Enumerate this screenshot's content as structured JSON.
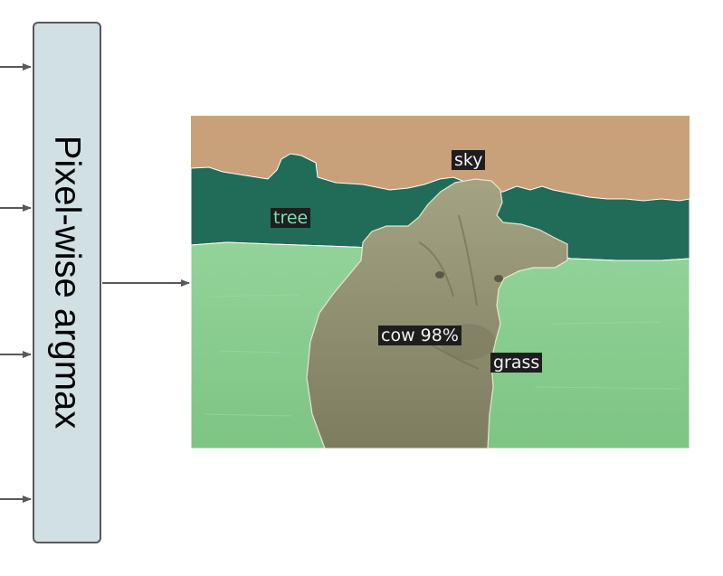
{
  "module": {
    "label": "Pixel-wise argmax"
  },
  "segmentation": {
    "labels": {
      "sky": "sky",
      "tree": "tree",
      "cow": "cow 98%",
      "grass": "grass"
    }
  },
  "colors": {
    "box_fill": "#d0e0e3",
    "box_border": "#595959",
    "arrow": "#595959",
    "sky": "#c8a07a",
    "tree": "#206c58",
    "grass": "#88c98d",
    "cow": "#9b9a79",
    "label_bg": "#1e1e1e"
  }
}
